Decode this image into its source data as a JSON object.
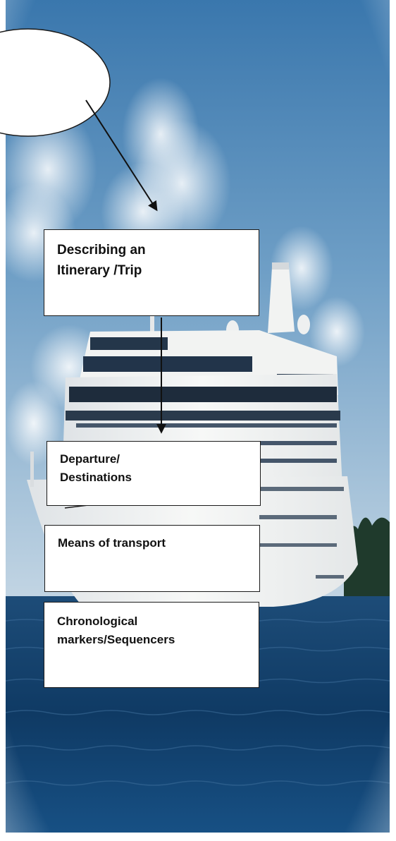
{
  "colors": {
    "sky_top": "#3f7fb7",
    "sky_bottom": "#b9cfe0",
    "sea": "#123f6b",
    "ship": "#f4f5f3",
    "window": "#1e2c3c"
  },
  "callout": {
    "text": ""
  },
  "boxes": [
    {
      "lines": [
        "Describing an",
        "Itinerary /Trip"
      ]
    },
    {
      "lines": [
        "Departure/",
        "Destinations"
      ]
    },
    {
      "lines": [
        "Means of transport"
      ]
    },
    {
      "lines": [
        "Chronological",
        "markers/Sequencers"
      ]
    }
  ]
}
